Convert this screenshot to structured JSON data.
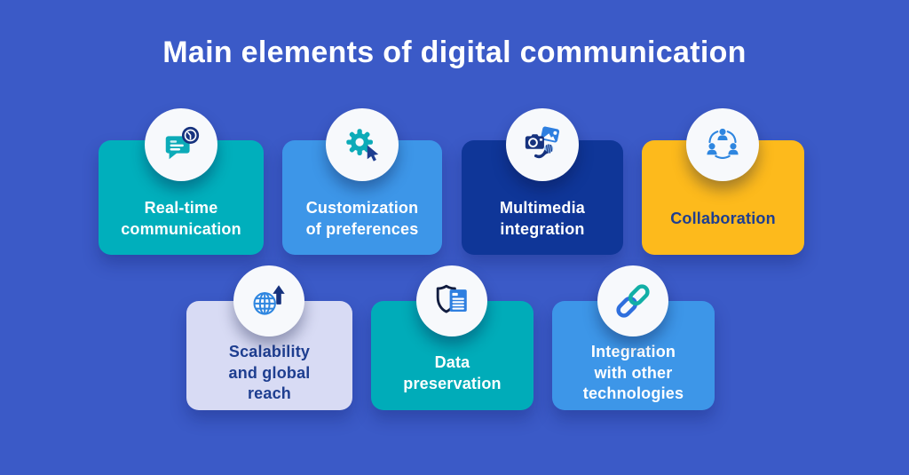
{
  "title": "Main elements of digital communication",
  "background_color": "#3B5AC7",
  "icon_circle_color": "#F7F9FC",
  "cards": [
    {
      "id": "real-time-communication",
      "lines": [
        "Real-time",
        "communication"
      ],
      "bg": "#00AFBC",
      "fg": "#FFFFFF",
      "icon": "chat-clock-icon"
    },
    {
      "id": "customization-of-preferences",
      "lines": [
        "Customization",
        "of preferences"
      ],
      "bg": "#3D96E8",
      "fg": "#FFFFFF",
      "icon": "gear-cursor-icon"
    },
    {
      "id": "multimedia-integration",
      "lines": [
        "Multimedia",
        "integration"
      ],
      "bg": "#0F3698",
      "fg": "#FFFFFF",
      "icon": "camera-photo-mic-icon"
    },
    {
      "id": "collaboration",
      "lines": [
        "Collaboration"
      ],
      "bg": "#FDBA1C",
      "fg": "#1E3E90",
      "icon": "people-network-icon"
    },
    {
      "id": "scalability-and-global-reach",
      "lines": [
        "Scalability",
        "and global",
        "reach"
      ],
      "bg": "#D8DBF4",
      "fg": "#1E3E90",
      "icon": "globe-growth-icon"
    },
    {
      "id": "data-preservation",
      "lines": [
        "Data",
        "preservation"
      ],
      "bg": "#00ACB9",
      "fg": "#FFFFFF",
      "icon": "shield-document-icon"
    },
    {
      "id": "integration-with-other-technologies",
      "lines": [
        "Integration",
        "with other",
        "technologies"
      ],
      "bg": "#3D96E8",
      "fg": "#FFFFFF",
      "icon": "chain-link-icon"
    }
  ],
  "icon_colors": {
    "teal": "#0CABB8",
    "blue": "#2E86E0",
    "navy": "#16327E",
    "dark_navy": "#111C3F",
    "link_blue": "#2F6FDD",
    "link_teal": "#12AFA6"
  }
}
